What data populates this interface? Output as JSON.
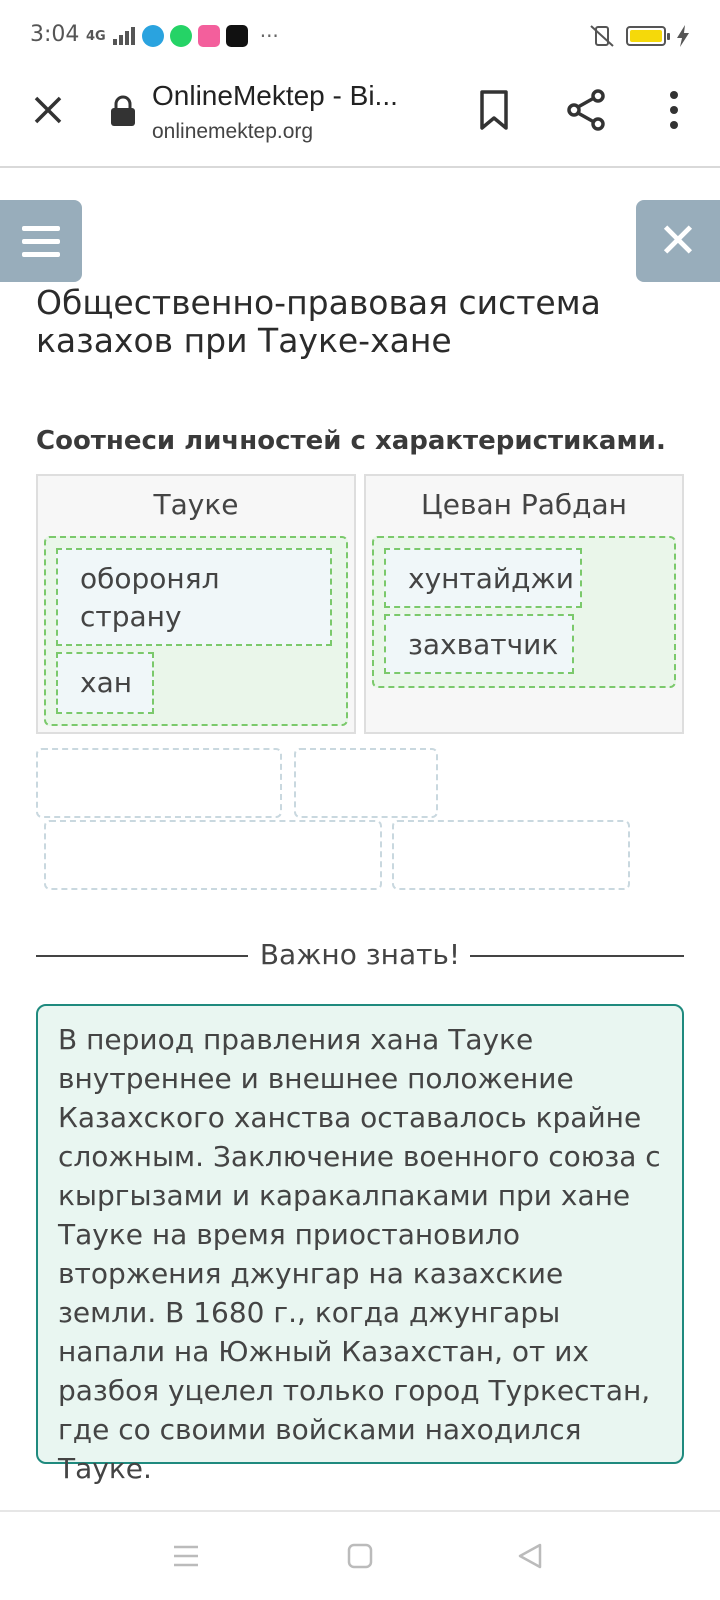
{
  "status_bar": {
    "time": "3:04",
    "network": "4G",
    "more": "···",
    "colors": {
      "telegram": "#2aa3df",
      "whatsapp": "#25d366",
      "app": "#f35f9c",
      "tiktok": "#111111",
      "battery": "#f5d90a"
    }
  },
  "browser": {
    "title": "OnlineMektep - Bi...",
    "url": "onlinemektep.org",
    "icons": [
      "close-icon",
      "lock-icon",
      "bookmark-icon",
      "share-icon",
      "more-icon"
    ]
  },
  "page": {
    "menu_icon": "hamburger-icon",
    "close_label": "✕",
    "lesson_title": "Общественно-правовая система казахов при Тауке-хане",
    "task_title": "Соотнеси личностей с характеристиками.",
    "accent_color": "#98adbb",
    "columns": [
      {
        "header": "Тауке",
        "items": [
          "оборонял страну",
          "хан"
        ]
      },
      {
        "header": "Цеван Рабдан",
        "items": [
          "хунтайджи",
          "захватчик"
        ]
      }
    ],
    "divider_label": "Важно знать!",
    "info_text": "В период правления хана Тауке внутреннее и внешнее положение Казахского ханства оставалось крайне сложным. Заключение военного союза с кыргызами и каракалпаками при хане Тауке на время приостановило вторжения джунгар на казахские земли. В 1680 г., когда джунгары напали на Южный Казахстан, от их разбоя уцелел только город Туркестан, где со своими войсками находился Тауке.",
    "info_border_color": "#1f8a7e"
  },
  "nav_bar": {
    "icons": [
      "recent-apps-icon",
      "home-icon",
      "back-icon"
    ]
  }
}
